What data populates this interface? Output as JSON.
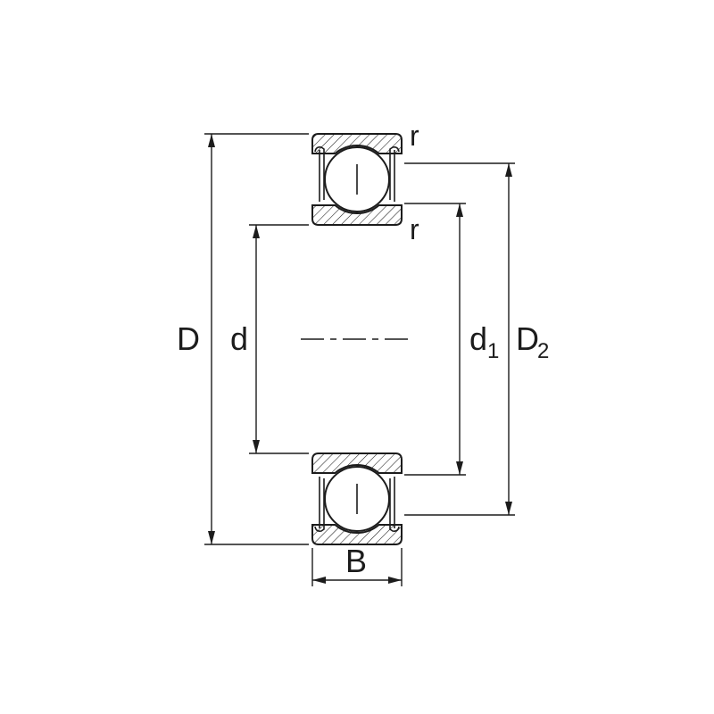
{
  "labels": {
    "D": "D",
    "d": "d",
    "d1_base": "d",
    "d1_sub": "1",
    "D2_base": "D",
    "D2_sub": "2",
    "B": "B",
    "r_outer": "r",
    "r_inner": "r"
  },
  "colors": {
    "line": "#1c1c1c",
    "background": "#ffffff"
  }
}
